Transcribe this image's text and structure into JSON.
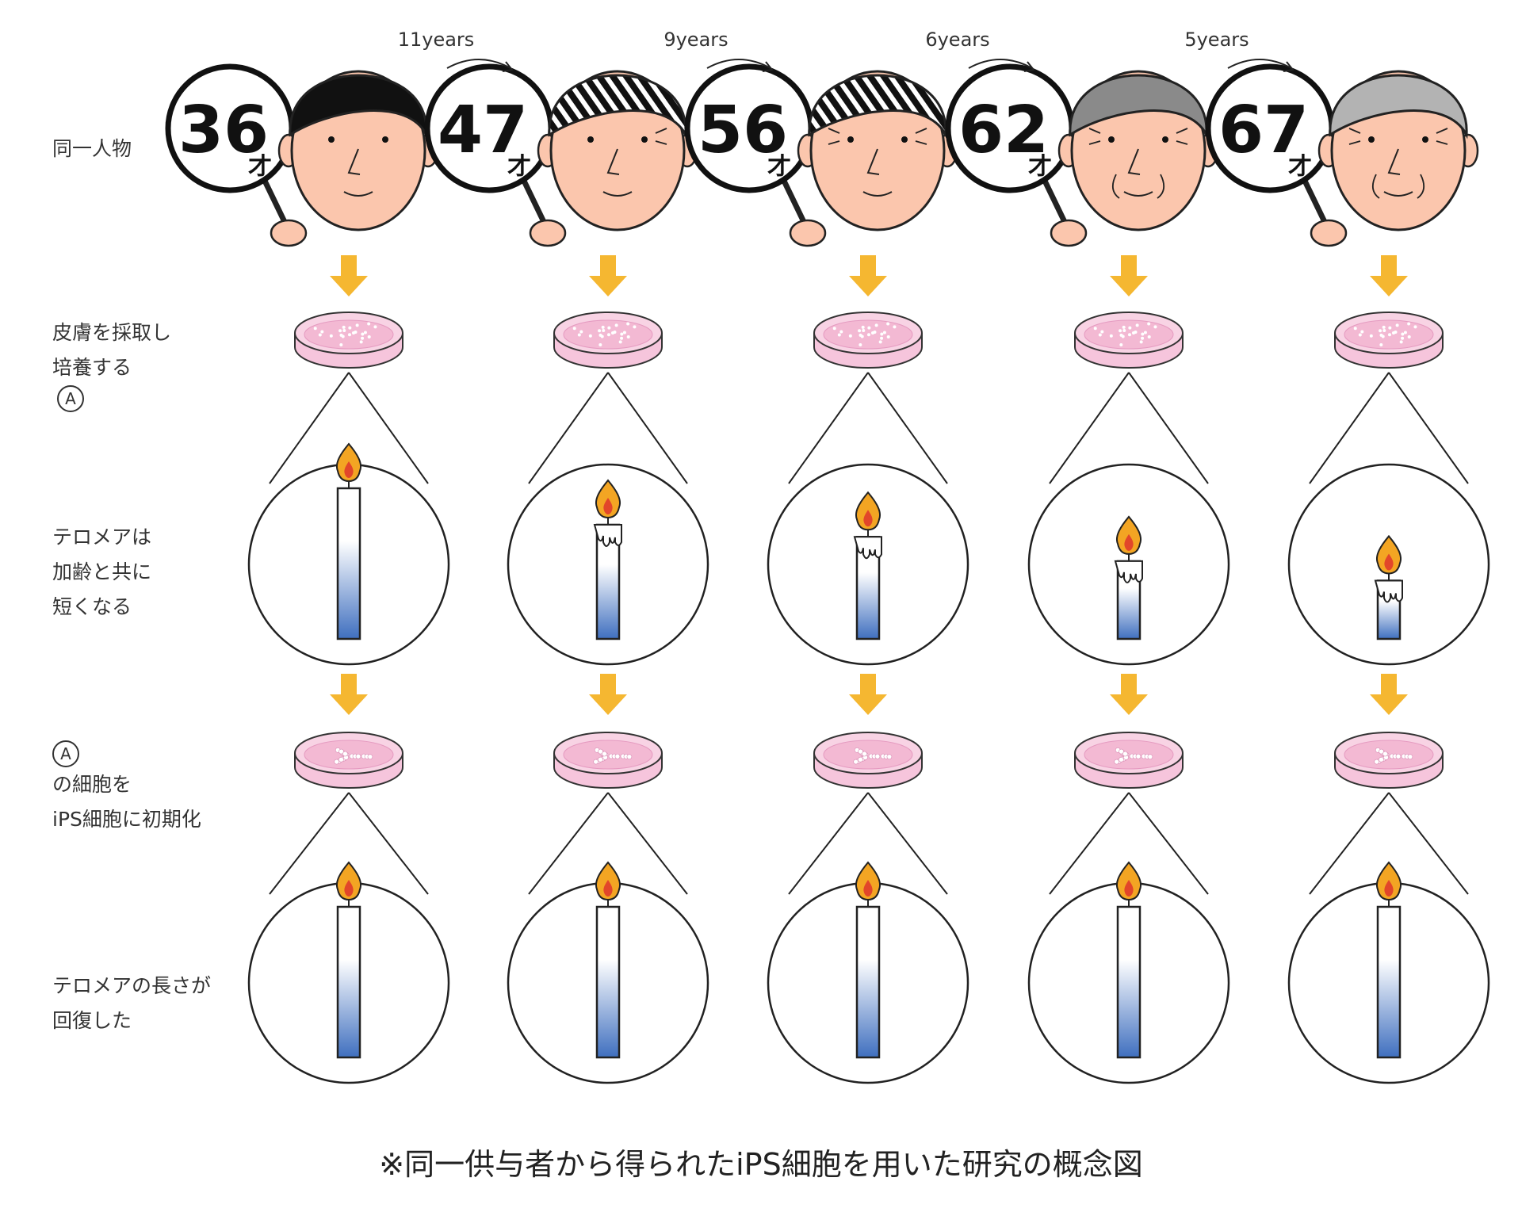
{
  "labels": {
    "row1": "同一人物",
    "row2_line1": "皮膚を採取し",
    "row2_line2": "培養する",
    "marker": "A",
    "row3_line1": "テロメアは",
    "row3_line2": "加齢と共に",
    "row3_line3": "短くなる",
    "row4_line1": "の細胞を",
    "row4_line2": "iPS細胞に初期化",
    "row5_line1": "テロメアの長さが",
    "row5_line2": "回復した"
  },
  "age_suffix": "才",
  "people": [
    {
      "age": "36",
      "hair": "black",
      "telomere_before": 0.62,
      "telomere_after": 0.62
    },
    {
      "age": "47",
      "hair": "black-streaked",
      "telomere_before": 0.47,
      "telomere_after": 0.62
    },
    {
      "age": "56",
      "hair": "dark-streaked",
      "telomere_before": 0.42,
      "telomere_after": 0.62
    },
    {
      "age": "62",
      "hair": "gray",
      "telomere_before": 0.32,
      "telomere_after": 0.62
    },
    {
      "age": "67",
      "hair": "light-gray",
      "telomere_before": 0.24,
      "telomere_after": 0.62
    }
  ],
  "gaps": [
    "11years",
    "9years",
    "6years",
    "5years"
  ],
  "colors": {
    "arrow": "#f5b731",
    "skin": "#fbc6ad",
    "dish": "#f6c5dc",
    "candle_bottom": "#3f6fbf",
    "flame_outer": "#f3a523",
    "flame_inner": "#e2462a"
  },
  "caption": "※同一供与者から得られたiPS細胞を用いた研究の概念図"
}
